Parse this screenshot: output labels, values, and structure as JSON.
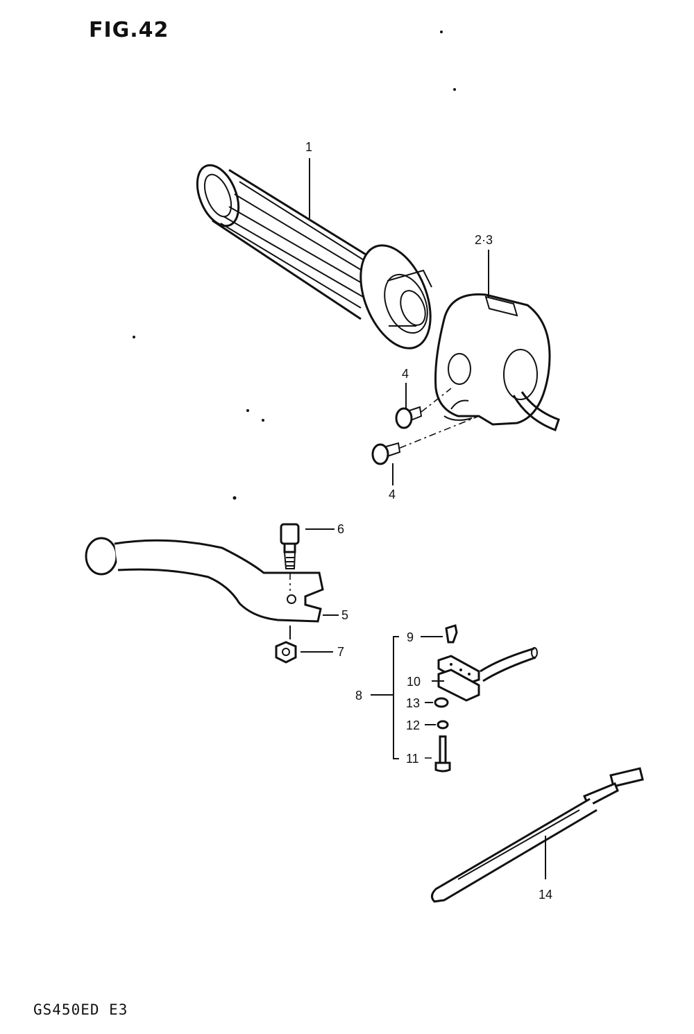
{
  "figure": {
    "title": "FIG.42",
    "model_code": "GS450ED  E3"
  },
  "callouts": {
    "c1": "1",
    "c2_3": "2·3",
    "c4_top": "4",
    "c4_bottom": "4",
    "c5": "5",
    "c6": "6",
    "c7": "7",
    "c8": "8",
    "c9": "9",
    "c10": "10",
    "c11": "11",
    "c12": "12",
    "c13": "13",
    "c14": "14"
  }
}
